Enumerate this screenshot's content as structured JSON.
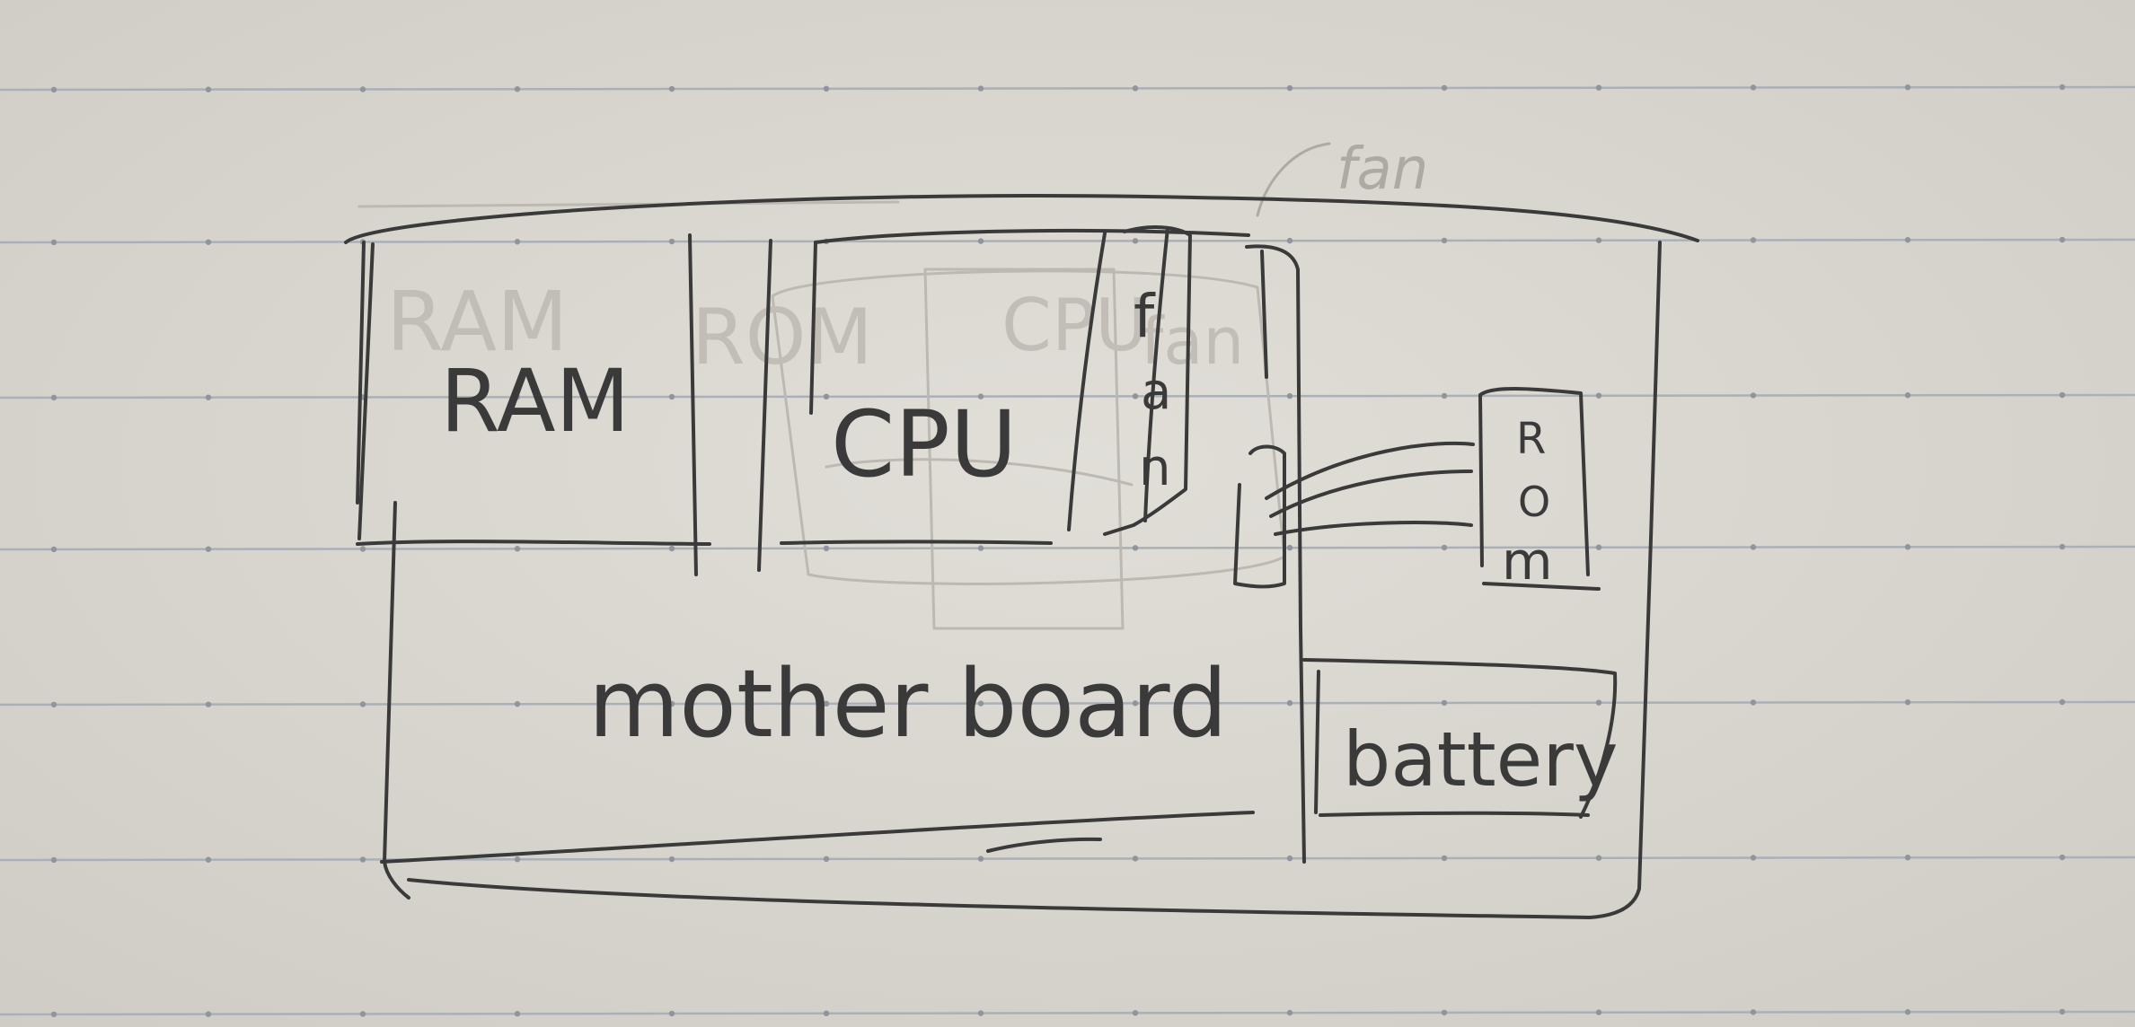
{
  "diagram": {
    "labels": {
      "ram": "RAM",
      "cpu": "CPU",
      "fan_vertical": [
        "f",
        "a",
        "n"
      ],
      "fan_note": "fan",
      "rom_vertical": [
        "R",
        "O",
        "m"
      ],
      "motherboard": "mother board",
      "battery": "battery"
    },
    "ghost_labels": {
      "ram": "RAM",
      "rom": "ROM",
      "cpu": "CPU",
      "fan": "fan"
    },
    "colors": {
      "paper": "#d9d6d0",
      "ink": "#3a3a3a",
      "ruled_lines": "#a9b0b8"
    }
  }
}
